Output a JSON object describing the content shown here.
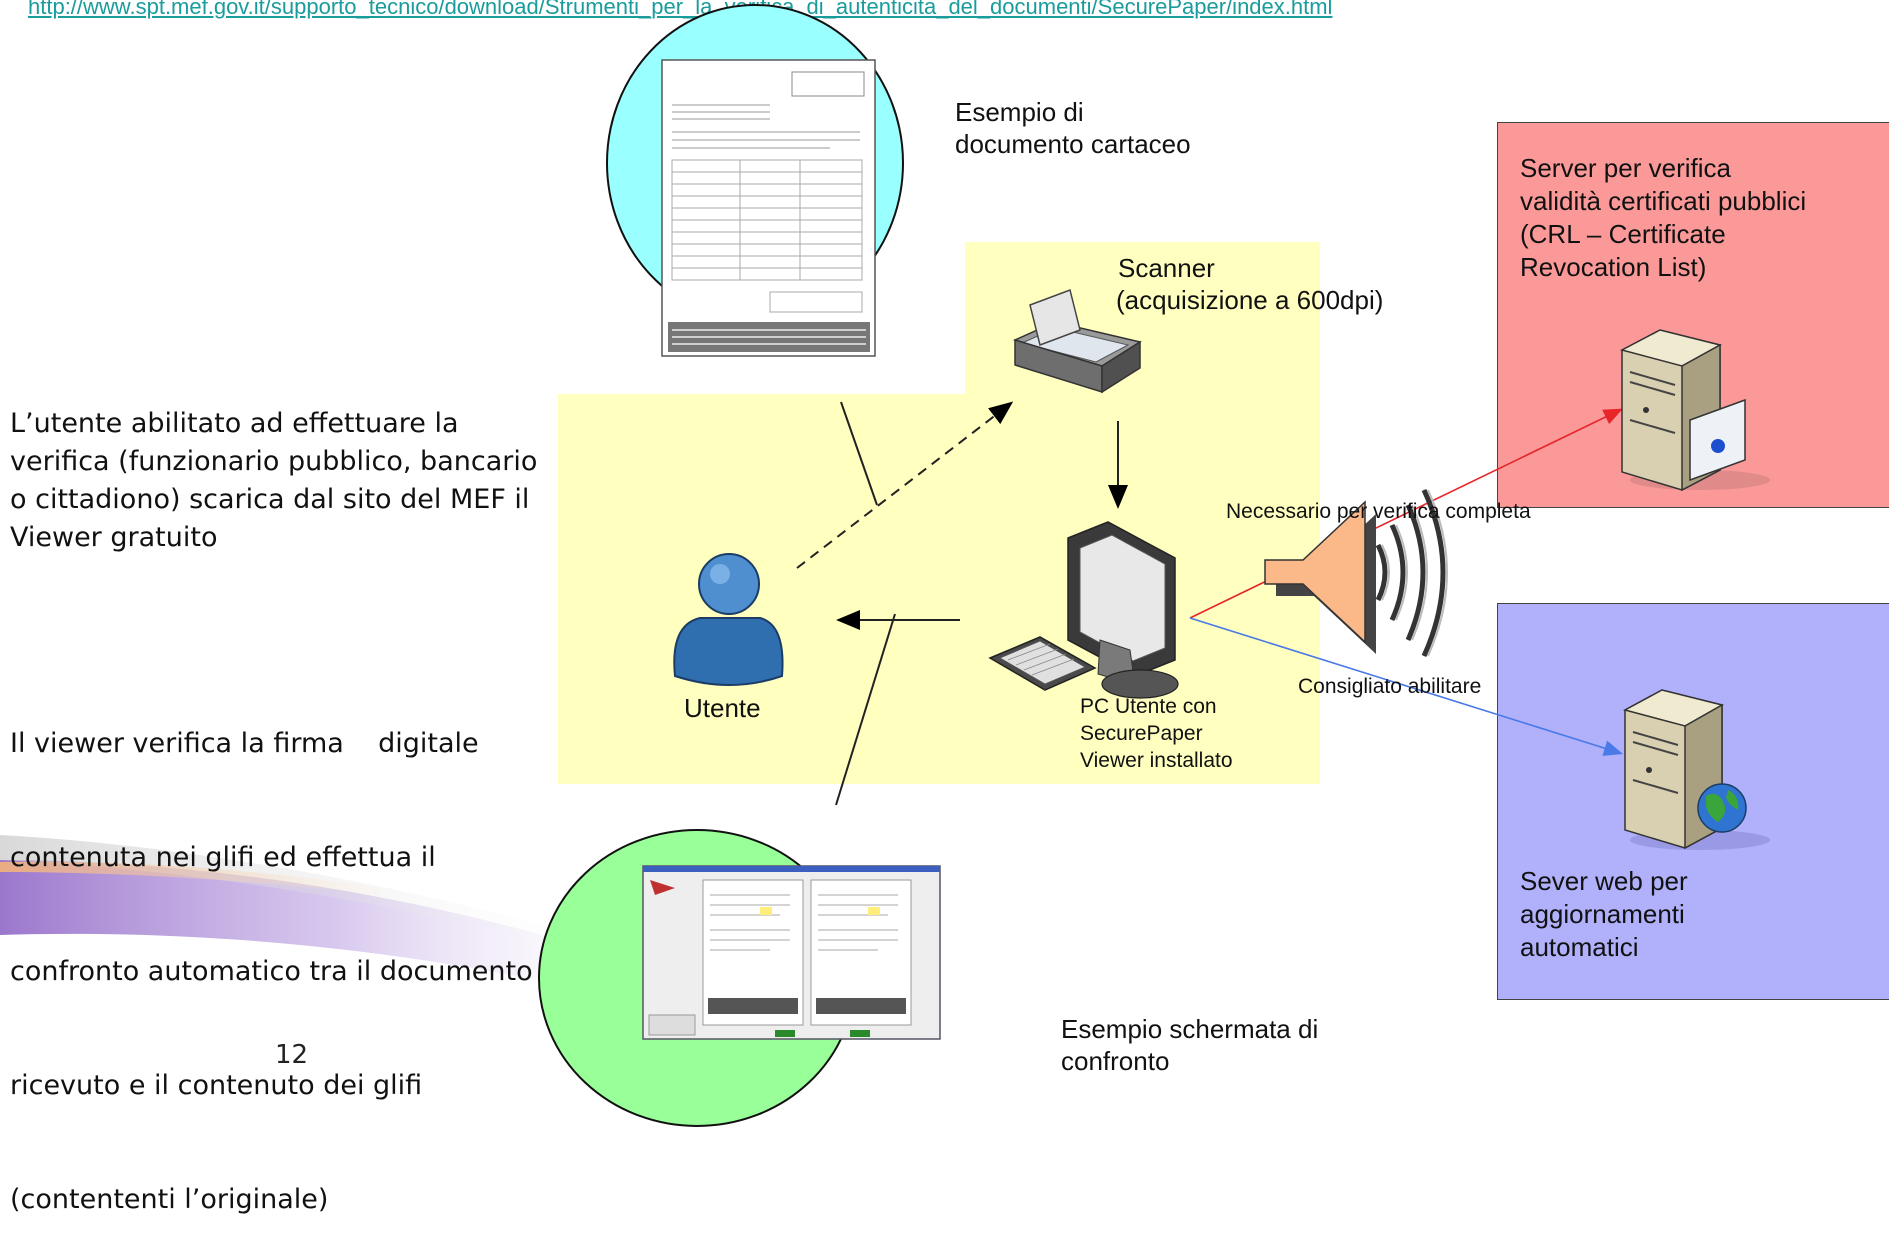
{
  "source_link": "http://www.spt.mef.gov.it/supporto_tecnico/download/Strumenti_per_la_verifica_di_autenticita_del_documenti/SecurePaper/index.html",
  "labels": {
    "paper_example": [
      "Esempio di",
      "documento cartaceo"
    ],
    "scanner": [
      "Scanner",
      "(acquisizione a 600dpi)"
    ],
    "pc_user": [
      "PC Utente con",
      "SecurePaper",
      "Viewer installato"
    ],
    "user": "Utente",
    "screen_example": [
      "Esempio schermata di",
      "confronto"
    ],
    "required": "Necessario per verifica completa",
    "recommended": "Consigliato abilitare"
  },
  "servers": {
    "crl": [
      "Server per verifica",
      "validità certificati pubblici",
      "(CRL – Certificate",
      "Revocation List)"
    ],
    "web": [
      "Sever web per",
      "aggiornamenti",
      "automatici"
    ]
  },
  "side_text": {
    "para1": [
      "L’utente abilitato ad effettuare la",
      "verifica (funzionario pubblico, bancario",
      "o cittadiono) scarica dal sito del MEF il",
      "Viewer gratuito"
    ],
    "para2": [
      "Il viewer verifica la firma    digitale",
      "contenuta nei glifi ed effettua il",
      "confronto automatico tra il documento",
      "ricevuto e il contenuto dei glifi",
      "(contententi l’originale)"
    ]
  },
  "page_number": "12",
  "colors": {
    "yellow_area": "#ffffc0",
    "server_red": "#fb9999",
    "server_blue": "#b0b0fb",
    "circle_cyan": "#99ffff",
    "circle_green": "#99ff99",
    "speaker": "#fbb98a",
    "link": "#1a9c9c"
  }
}
